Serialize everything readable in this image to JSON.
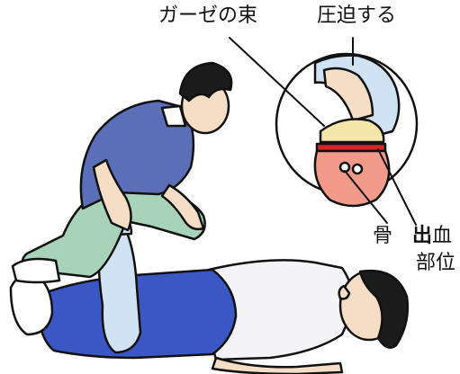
{
  "labels": {
    "gauze_bundle": "ガーゼの束",
    "compress": "圧迫する",
    "bone": "骨",
    "bleeding_site_line1_bold": "出",
    "bleeding_site_line1_rest": "血",
    "bleeding_site_line2": "部位"
  },
  "colors": {
    "outline": "#111111",
    "shirt_blue": "#5b6fb8",
    "pants_green": "#a9d3b8",
    "skin": "#f6ddc6",
    "hair": "#1b1b1b",
    "lying_pants": "#3b57c4",
    "flesh_pink": "#f29a8a",
    "blood_red": "#d4262a",
    "gauze_cream": "#f4e6a8",
    "bandage_blue": "#cfe3f5"
  }
}
